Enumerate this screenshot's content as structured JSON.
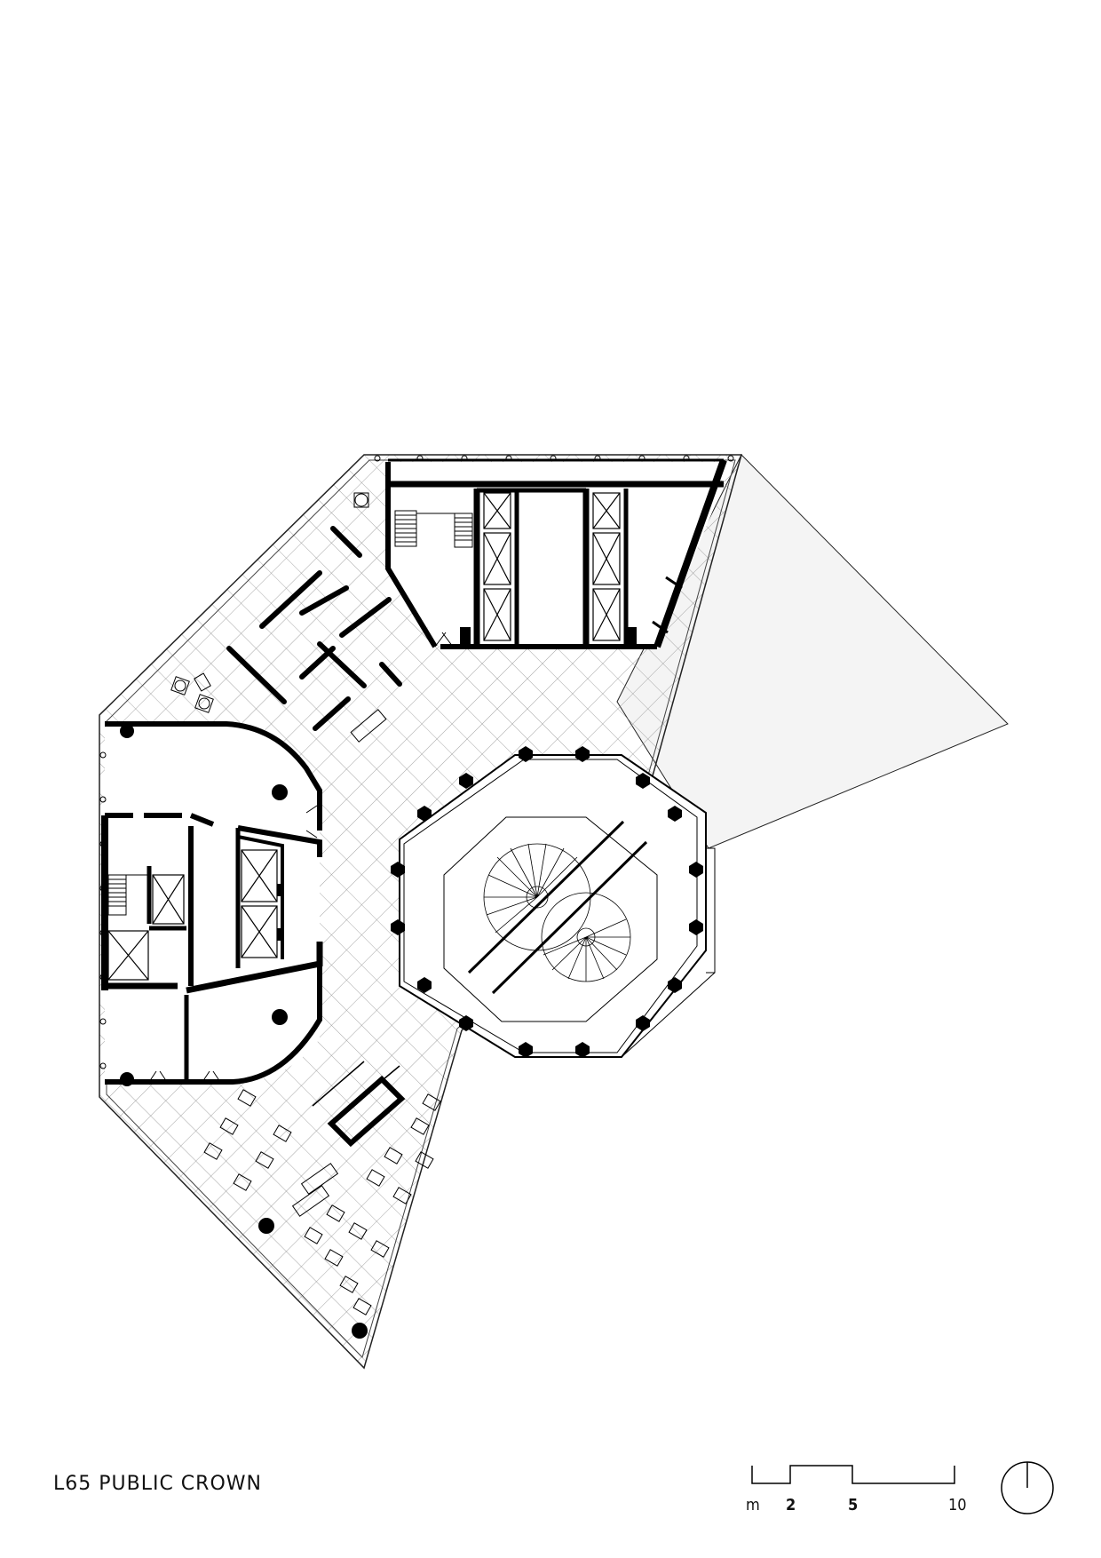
{
  "title": "L65 PUBLIC CROWN",
  "scale_bar": {
    "unit": "m",
    "marks": [
      "2",
      "5",
      "10"
    ]
  },
  "colors": {
    "ink": "#000000",
    "hatch": "#9a9a9a",
    "void": "#f4f4f4"
  },
  "icons": [
    "north-arrow-icon"
  ]
}
